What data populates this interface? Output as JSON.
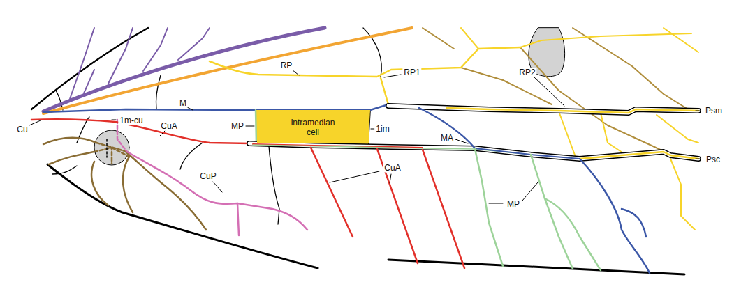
{
  "diagram": {
    "nodes": [
      {
        "text": [
          "intramedian cell"
        ]
      }
    ],
    "labels": [
      "RP",
      "RP1",
      "RP2",
      "Psm",
      "M",
      "Cu",
      "1m-cu",
      "CuA",
      "MP",
      "1im",
      "MA",
      "Psc",
      "CuP",
      "CuA",
      "MP"
    ]
  }
}
